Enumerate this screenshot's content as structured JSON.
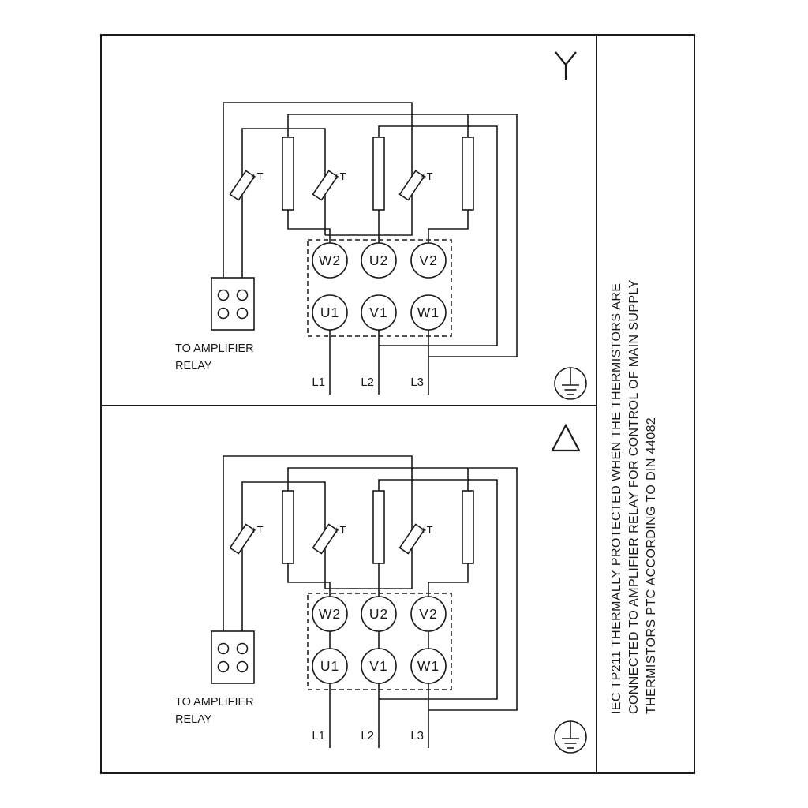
{
  "page": {
    "background": "#ffffff",
    "line_color": "#1a1a1a"
  },
  "side_note": {
    "lines": [
      "IEC TP211 THERMALLY PROTECTED WHEN THE THERMISTORS ARE",
      "CONNECTED TO AMPLIFIER RELAY FOR CONTROL OF MAIN SUPPLY",
      "THERMISTORS PTC ACCORDING TO DIN 44082"
    ]
  },
  "star": {
    "connection": "star",
    "thermistors": [
      "+T",
      "+T",
      "+T"
    ],
    "terminals_top": [
      "W2",
      "U2",
      "V2"
    ],
    "terminals_bottom": [
      "U1",
      "V1",
      "W1"
    ],
    "relay_caption": [
      "TO AMPLIFIER",
      "RELAY"
    ],
    "supply": [
      "L1",
      "L2",
      "L3"
    ]
  },
  "delta": {
    "connection": "delta",
    "thermistors": [
      "+T",
      "+T",
      "+T"
    ],
    "terminals_top": [
      "W2",
      "U2",
      "V2"
    ],
    "terminals_bottom": [
      "U1",
      "V1",
      "W1"
    ],
    "relay_caption": [
      "TO AMPLIFIER",
      "RELAY"
    ],
    "supply": [
      "L1",
      "L2",
      "L3"
    ]
  }
}
